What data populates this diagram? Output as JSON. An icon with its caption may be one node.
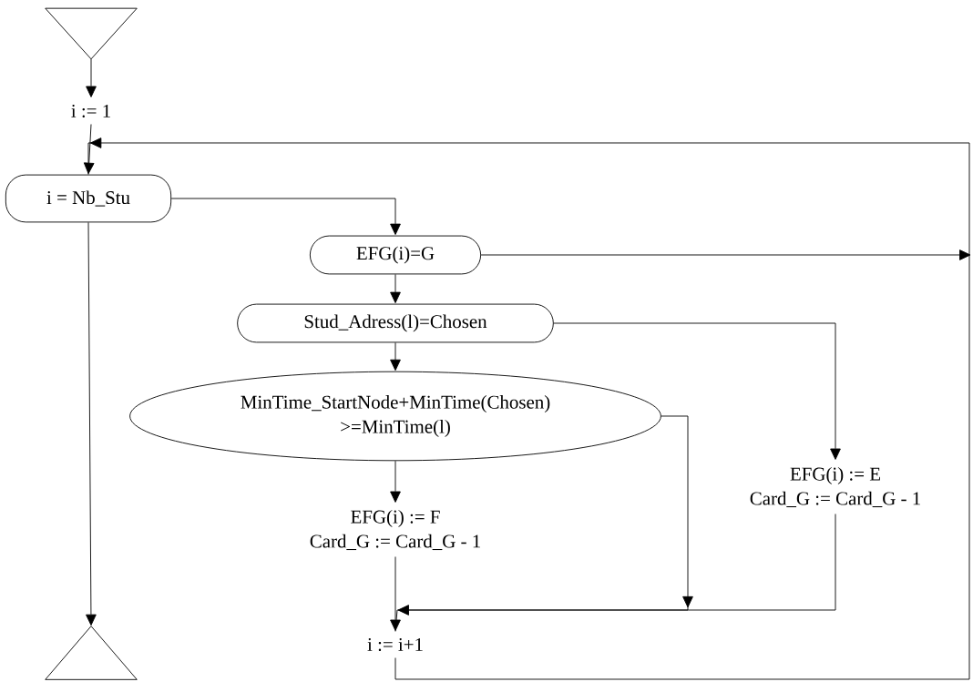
{
  "diagram": {
    "nodes": [
      {
        "text": [],
        "shape": "triangle"
      },
      {
        "text": [
          "i := 1"
        ]
      },
      {
        "text": [
          "i = Nb_Stu"
        ]
      },
      {
        "text": [
          "EFG(i)=G"
        ]
      },
      {
        "text": [
          "Stud_Adress(l)=Chosen"
        ]
      },
      {
        "text": [
          "MinTime_StartNode+MinTime(Chosen) >=MinTime(l)"
        ]
      },
      {
        "text": [
          "EFG(i) := F",
          "Card_G := Card_G - 1"
        ]
      },
      {
        "text": [
          "EFG(i) := E",
          "Card_G := Card_G - 1"
        ]
      },
      {
        "text": [
          "i := i+1"
        ]
      },
      {
        "text": [],
        "shape": "triangle"
      }
    ],
    "edges": [
      {
        "from": 0,
        "to": 1,
        "arrow": "to"
      },
      {
        "from": 1,
        "to": 2,
        "arrow": "to"
      },
      {
        "from": 8,
        "to": 2,
        "arrow": "to"
      },
      {
        "from": 2,
        "to": 9,
        "arrow": "to"
      },
      {
        "from": 2,
        "to": 3,
        "arrow": "to"
      },
      {
        "from": 3,
        "to": null,
        "arrow": "to"
      },
      {
        "from": 3,
        "to": 4,
        "arrow": "to"
      },
      {
        "from": 4,
        "to": 5,
        "arrow": "to"
      },
      {
        "from": 5,
        "to": 6,
        "arrow": "to"
      },
      {
        "from": 4,
        "to": 7,
        "arrow": "to"
      },
      {
        "from": 5,
        "to": 8,
        "arrow": "to"
      },
      {
        "from": 7,
        "to": 8,
        "arrow": "to"
      },
      {
        "from": 6,
        "to": 8,
        "arrow": "to"
      }
    ]
  }
}
